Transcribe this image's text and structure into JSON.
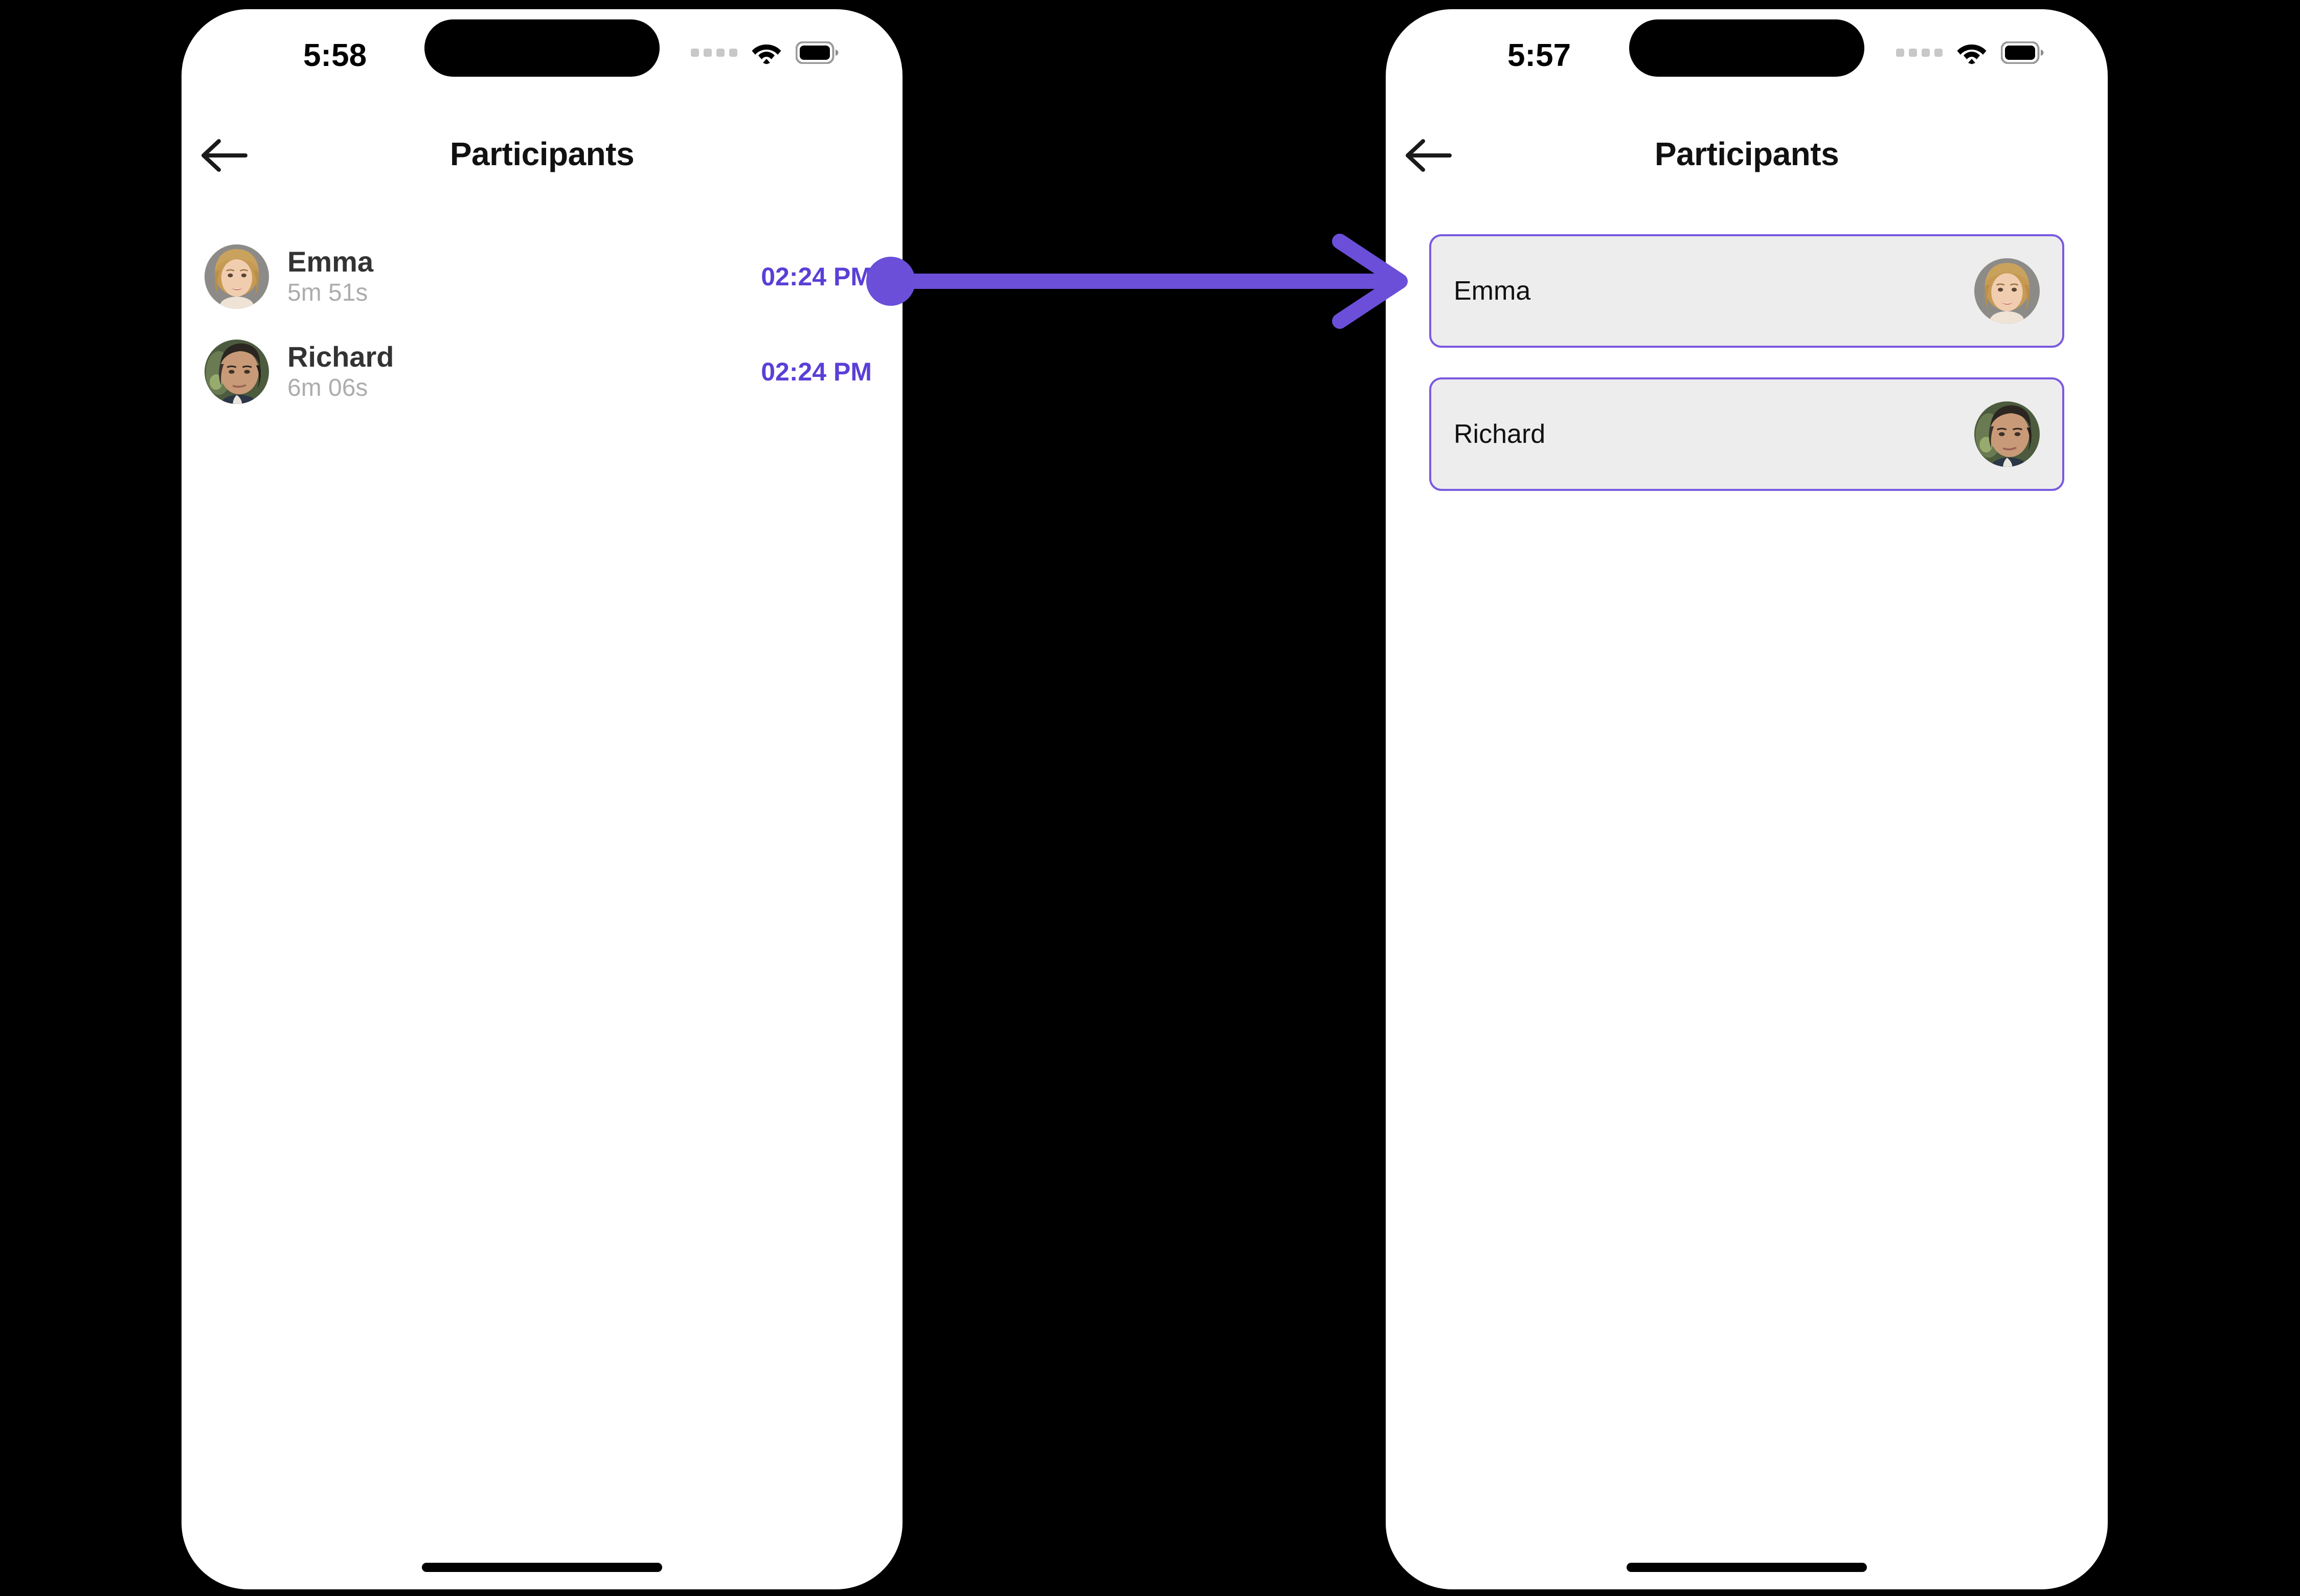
{
  "background_color": "#000000",
  "accent_color": "#5B3FD6",
  "card_border_color": "#7A5AE0",
  "card_fill_color": "#EDEDED",
  "phones": [
    {
      "id": "before",
      "status_bar": {
        "time": "5:58",
        "signal_icon": "signal-dots-icon",
        "wifi_icon": "wifi-icon",
        "battery_icon": "battery-icon"
      },
      "nav": {
        "back_icon": "back-arrow-icon",
        "title": "Participants"
      },
      "participants": [
        {
          "name": "Emma",
          "duration": "5m 51s",
          "time": "02:24 PM",
          "avatar": "avatar-emma"
        },
        {
          "name": "Richard",
          "duration": "6m 06s",
          "time": "02:24 PM",
          "avatar": "avatar-richard"
        }
      ]
    },
    {
      "id": "after",
      "status_bar": {
        "time": "5:57",
        "signal_icon": "signal-dots-icon",
        "wifi_icon": "wifi-icon",
        "battery_icon": "battery-icon"
      },
      "nav": {
        "back_icon": "back-arrow-icon",
        "title": "Participants"
      },
      "participants": [
        {
          "name": "Emma",
          "avatar": "avatar-emma"
        },
        {
          "name": "Richard",
          "avatar": "avatar-richard"
        }
      ]
    }
  ],
  "annotation": {
    "type": "arrow",
    "color": "#6B4FD8",
    "start_marker": "dot",
    "end_marker": "arrowhead",
    "from": "before-emma-row-timestamp",
    "to": "after-emma-card"
  }
}
